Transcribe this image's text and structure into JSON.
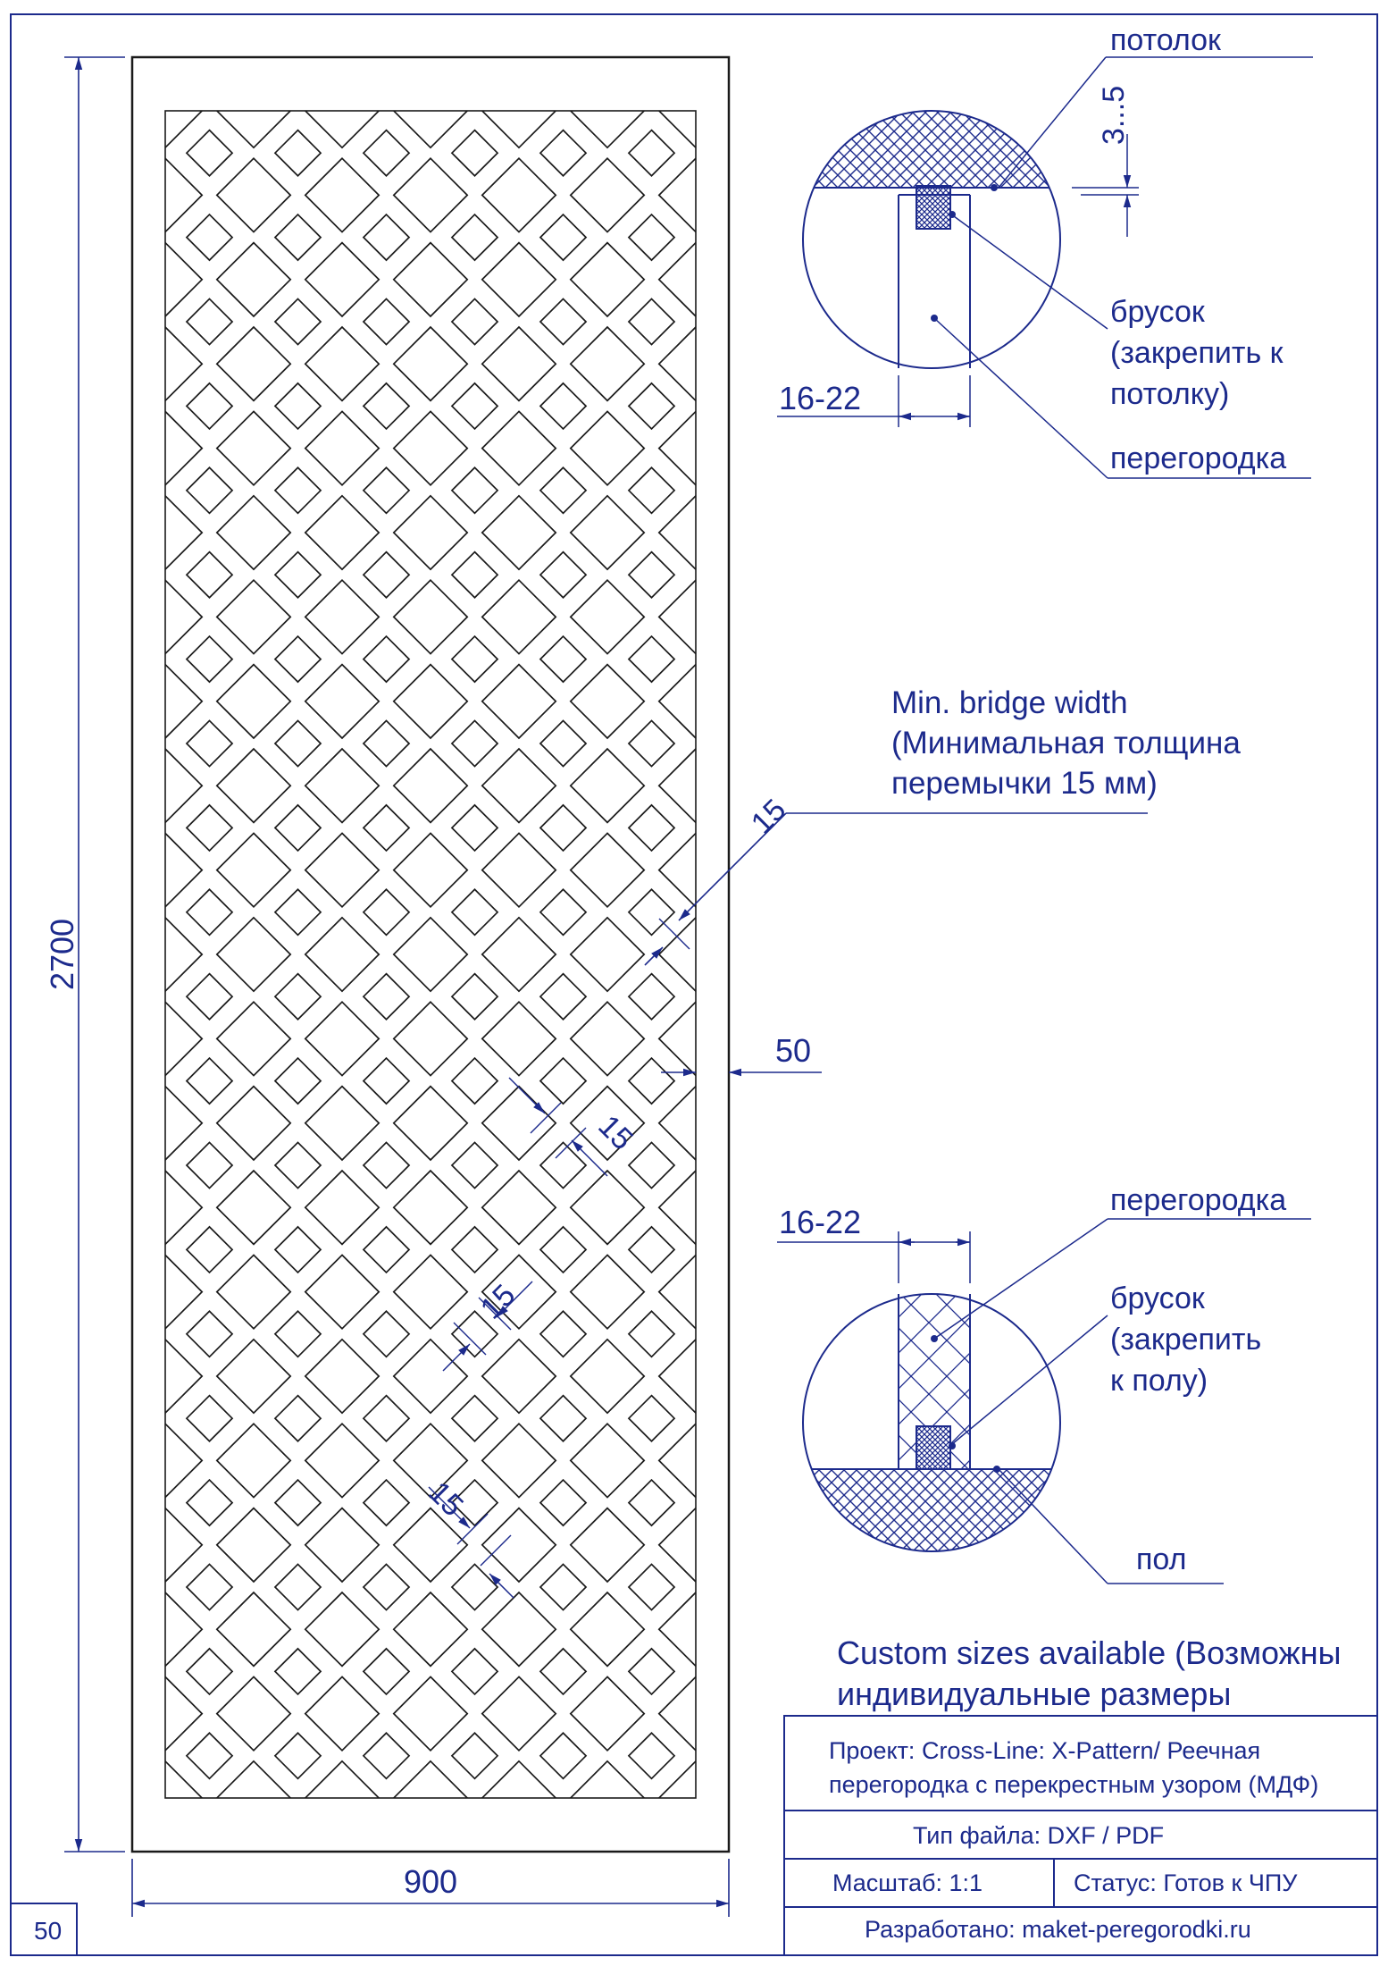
{
  "drawing": {
    "ink_color": "#1c2a8c",
    "panel_line_color": "#1a1a1a",
    "background": "#ffffff",
    "pattern": {
      "columns": 6,
      "rows": 20,
      "edge_cuts": "half-diamonds on all four edges"
    }
  },
  "dimensions": {
    "height": "2700",
    "width": "900",
    "frame_margin": "50",
    "bridge_1": "15",
    "bridge_2": "15",
    "bridge_3": "15",
    "bridge_4": "15"
  },
  "annotations": {
    "bridge_line1": "Min. bridge width",
    "bridge_line2": "(Минимальная толщина",
    "bridge_line3": "перемычки 15 мм)",
    "custom_line1": "Custom sizes available (Возможны",
    "custom_line2": "индивидуальные размеры"
  },
  "detail_top": {
    "ceiling": "потолок",
    "gap": "3...5",
    "bar_line1": "брусок",
    "bar_line2": "(закрепить к",
    "bar_line3": "потолку)",
    "partition": "перегородка",
    "thickness": "16-22"
  },
  "detail_bottom": {
    "thickness": "16-22",
    "partition": "перегородка",
    "bar_line1": "брусок",
    "bar_line2": "(закрепить",
    "bar_line3": "к полу)",
    "floor": "пол"
  },
  "title_block": {
    "project_line1": "Проект: Cross-Line: X-Pattern/ Реечная",
    "project_line2": "перегородка с перекрестным узором (МДФ)",
    "file_type": "Тип файла:  DXF / PDF",
    "scale": "Масштаб: 1:1",
    "status": "Статус: Готов к ЧПУ",
    "developer": "Разработано: maket-peregorodki.ru"
  },
  "corner_tag": "50"
}
